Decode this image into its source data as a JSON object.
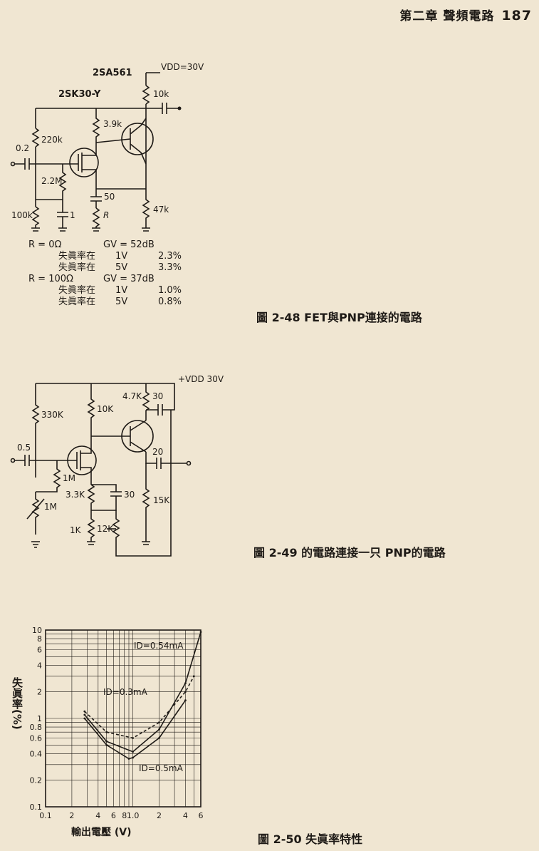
{
  "header": {
    "chapter": "第二章 聲頻電路",
    "page_number": "187"
  },
  "fig48": {
    "caption": "圖 2-48 FET與PNP連接的電路",
    "labels": {
      "transistor": "2SA561",
      "fet": "2SK30-Y",
      "vdd": "VDD=30V",
      "r_10k": "10k",
      "r_39k": "3.9k",
      "r_220k": "220k",
      "cap_in": "0.2",
      "r_22m": "2.2M",
      "cap_50": "50",
      "r_R": "R",
      "r_100k": "100k",
      "cap_1": "1",
      "r_47k": "47k"
    },
    "results": [
      {
        "condition": "R = 0Ω",
        "gain": "GV = 52dB",
        "rows": [
          {
            "label": "失眞率在",
            "volt": "1V",
            "value": "2.3%"
          },
          {
            "label": "失眞率在",
            "volt": "5V",
            "value": "3.3%"
          }
        ]
      },
      {
        "condition": "R = 100Ω",
        "gain": "GV = 37dB",
        "rows": [
          {
            "label": "失眞率在",
            "volt": "1V",
            "value": "1.0%"
          },
          {
            "label": "失眞率在",
            "volt": "5V",
            "value": "0.8%"
          }
        ]
      }
    ]
  },
  "fig49": {
    "caption": "圖 2-49 的電路連接一只 PNP的電路",
    "labels": {
      "vdd": "+VDD 30V",
      "r_330k": "330K",
      "r_10k": "10K",
      "r_47k": "4.7K",
      "cap_30_top": "30",
      "cap_in": "0.5",
      "cap_20": "20",
      "r_1m": "1M",
      "pot_1m": "1M",
      "r_33k": "3.3K",
      "cap_30_mid": "30",
      "r_15k": "15K",
      "r_1k": "1K",
      "r_12k": "12K"
    }
  },
  "fig50": {
    "caption": "圖 2-50 失眞率特性",
    "ylabel": "失眞率(%)",
    "xlabel": "輸出電壓 (V)",
    "x_ticks": [
      "0.1",
      "2",
      "4",
      "6",
      "8",
      "1.0",
      "2",
      "4",
      "6"
    ],
    "y_ticks": [
      "10",
      "8",
      "6",
      "4",
      "2",
      "1",
      "0.8",
      "0.6",
      "0.4",
      "0.2",
      "0.1"
    ],
    "series_labels": [
      "ID=0.54mA",
      "ID=0.3mA",
      "ID=0.5mA"
    ]
  },
  "chart_data": {
    "type": "line",
    "title": "",
    "xlabel": "輸出電壓 (V)",
    "ylabel": "失眞率(%)",
    "xscale": "log",
    "yscale": "log",
    "xlim": [
      0.1,
      6
    ],
    "ylim": [
      0.1,
      10
    ],
    "grid": true,
    "series": [
      {
        "name": "ID=0.54mA",
        "x": [
          0.28,
          0.5,
          1.0,
          2.0,
          4.0,
          6.0
        ],
        "y": [
          1.1,
          0.55,
          0.42,
          0.75,
          2.5,
          9.5
        ]
      },
      {
        "name": "ID=0.3mA",
        "x": [
          0.28,
          0.5,
          1.0,
          2.0,
          4.0,
          5.0
        ],
        "y": [
          1.2,
          0.7,
          0.6,
          0.9,
          2.0,
          3.0
        ]
      },
      {
        "name": "ID=0.5mA",
        "x": [
          0.28,
          0.5,
          0.9,
          1.0,
          2.0,
          4.0
        ],
        "y": [
          1.0,
          0.5,
          0.35,
          0.36,
          0.6,
          1.6
        ]
      }
    ]
  }
}
